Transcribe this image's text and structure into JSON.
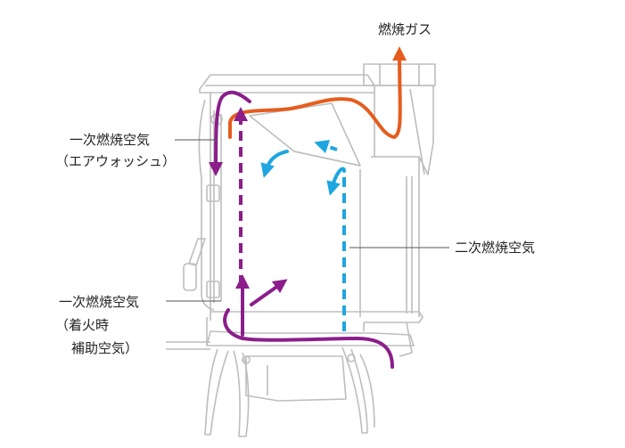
{
  "labels": {
    "exhaust": "燃焼ガス",
    "primary_airwash_line1": "一次燃焼空気",
    "primary_airwash_line2": "（エアウォッシュ）",
    "secondary": "二次燃焼空気",
    "primary_ignition_line1": "一次燃焼空気",
    "primary_ignition_line2": "（着火時",
    "primary_ignition_line3": "補助空気）"
  },
  "colors": {
    "stove_outline": "#bdbdbd",
    "exhaust_gas": "#e65c1e",
    "primary_air": "#8b1e8b",
    "secondary_air": "#1ea6e0",
    "leader_line": "#555555",
    "text": "#222222"
  }
}
